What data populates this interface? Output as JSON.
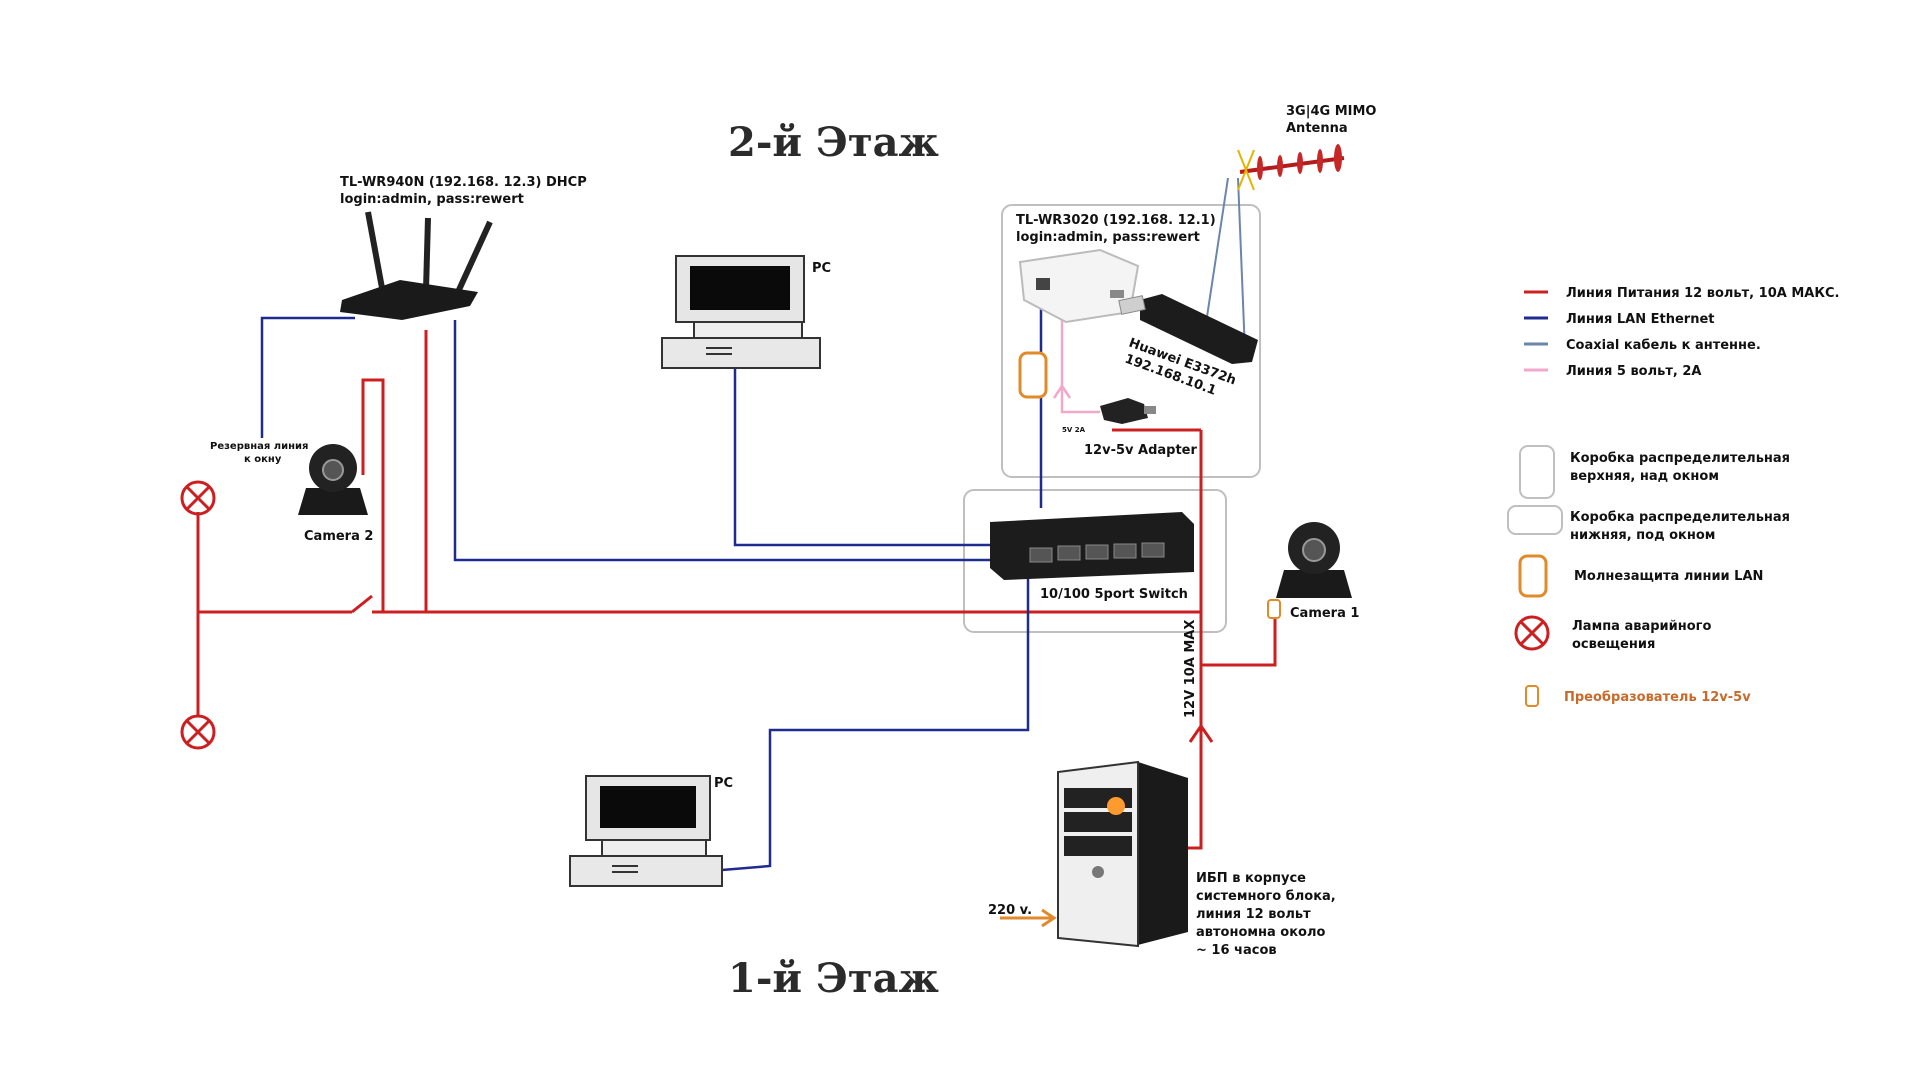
{
  "colors": {
    "power12v": "#cc1f1f",
    "lan": "#1f2b8f",
    "coax": "#6b86a8",
    "power5v": "#f2a8c8",
    "surge": "#e08a2a",
    "box": "#bfbfbf"
  },
  "floors": {
    "upper": "2-й Этаж",
    "lower": "1-й Этаж"
  },
  "devices": {
    "router_main": {
      "line1": "TL-WR940N (192.168.   12.3) DHCP",
      "line2": "login:admin, pass:rewert"
    },
    "router_3g": {
      "line1": "TL-WR3020  (192.168.  12.1)",
      "line2": "login:admin, pass:rewert"
    },
    "antenna": {
      "line1": "3G|4G MIMO",
      "line2": "Antenna"
    },
    "modem": {
      "line1": "Huawei E3372h",
      "line2": "192.168.10.1"
    },
    "adapter": {
      "label": "12v-5v Adapter",
      "rating": "5V 2A"
    },
    "switch": {
      "label": "10/100 5port Switch"
    },
    "pc_upper": {
      "label": "PC"
    },
    "pc_lower": {
      "label": "PC"
    },
    "camera1": {
      "label": "Camera 1"
    },
    "camera2": {
      "label": "Camera 2"
    },
    "reserve_line": {
      "line1": "Резервная линия",
      "line2": "к окну"
    },
    "psu_line_label": "12V 10A MAX",
    "mains_label": "220 v.",
    "ups_note": [
      "ИБП в корпусе",
      "системного блока,",
      "линия 12 вольт",
      "автономна около",
      "~ 16 часов"
    ]
  },
  "legend": {
    "lines": [
      {
        "label": "Линия Питания 12 вольт, 10А МАКС.",
        "color": "#cc1f1f"
      },
      {
        "label": "Линия LAN Ethernet",
        "color": "#1f2b8f"
      },
      {
        "label": "Coaxial кабель к антенне.",
        "color": "#6b86a8"
      },
      {
        "label": "Линия 5 вольт, 2А",
        "color": "#f2a8c8"
      }
    ],
    "box_upper": {
      "line1": "Коробка распределительная",
      "line2": "верхняя, над окном"
    },
    "box_lower": {
      "line1": "Коробка распределительная",
      "line2": "нижняя, под окном"
    },
    "surge": {
      "label": "Молнезащита линии LAN"
    },
    "lamp": {
      "line1": "Лампа аварийного",
      "line2": "освещения"
    },
    "converter": {
      "label": "Преобразователь 12v-5v"
    }
  }
}
